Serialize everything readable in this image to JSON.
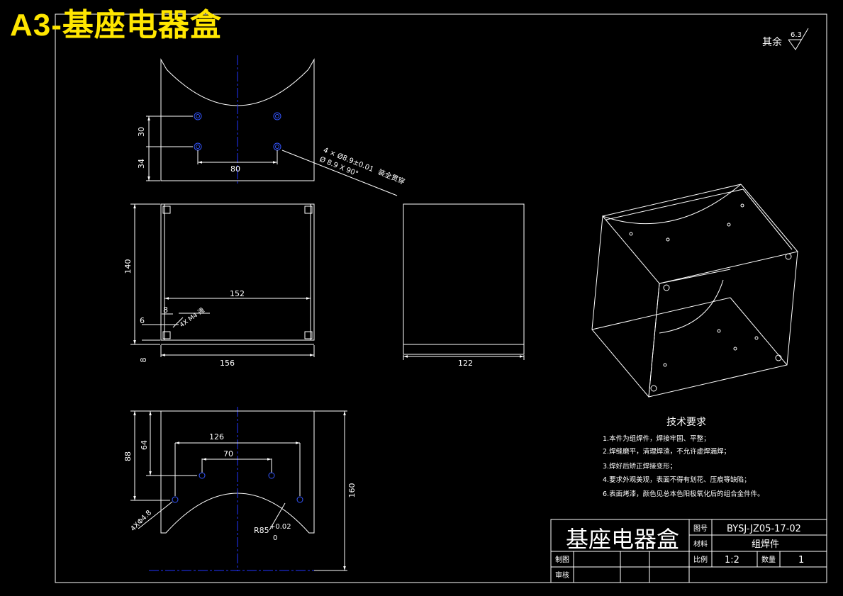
{
  "banner": "A3-基座电器盒",
  "roughness": {
    "label": "其余",
    "value": "6.3"
  },
  "colors": {
    "background": "#000000",
    "line": "#ffffff",
    "banner": "#ffe600",
    "centerline": "#2233ff"
  },
  "views": {
    "top": {
      "dims": {
        "d30": "30",
        "d34": "34",
        "d80": "80"
      },
      "callout": {
        "line1": "4 × Ø8.9±0.01",
        "line2": "Ø 8.9 X 90°",
        "note": "装全贯穿"
      }
    },
    "front": {
      "dims": {
        "d140": "140",
        "d152": "152",
        "d156": "156",
        "d6": "6",
        "d8a": "8",
        "d8b": "8"
      },
      "hole_note": "4X M4 通"
    },
    "side": {
      "dims": {
        "d122": "122"
      }
    },
    "bottom": {
      "dims": {
        "d126": "126",
        "d70": "70",
        "d64": "64",
        "d88": "88",
        "d160": "160"
      },
      "holes": "4XΦ4.8",
      "radius": "R85",
      "tol_upper": "+0.02",
      "tol_lower": "0"
    }
  },
  "tech_req": {
    "title": "技术要求",
    "items": [
      "1.本件为组焊件，焊接牢固、平整；",
      "2.焊缝磨平，清理焊渣，不允许虚焊漏焊；",
      "3.焊好后矫正焊接变形；",
      "4.要求外观美观，表面不得有划花、压痕等缺陷；",
      "6.表面烤漆，颜色见总本色阳极氧化后的组合金件件。"
    ]
  },
  "title_block": {
    "part_name": "基座电器盒",
    "drawing_no_label": "图号",
    "drawing_no": "BYSJ-JZ05-17-02",
    "material_label": "材料",
    "material": "组焊件",
    "scale_label": "比例",
    "scale": "1:2",
    "qty_label": "数量",
    "qty": "1",
    "drawn_label": "制图",
    "checked_label": "审核"
  }
}
